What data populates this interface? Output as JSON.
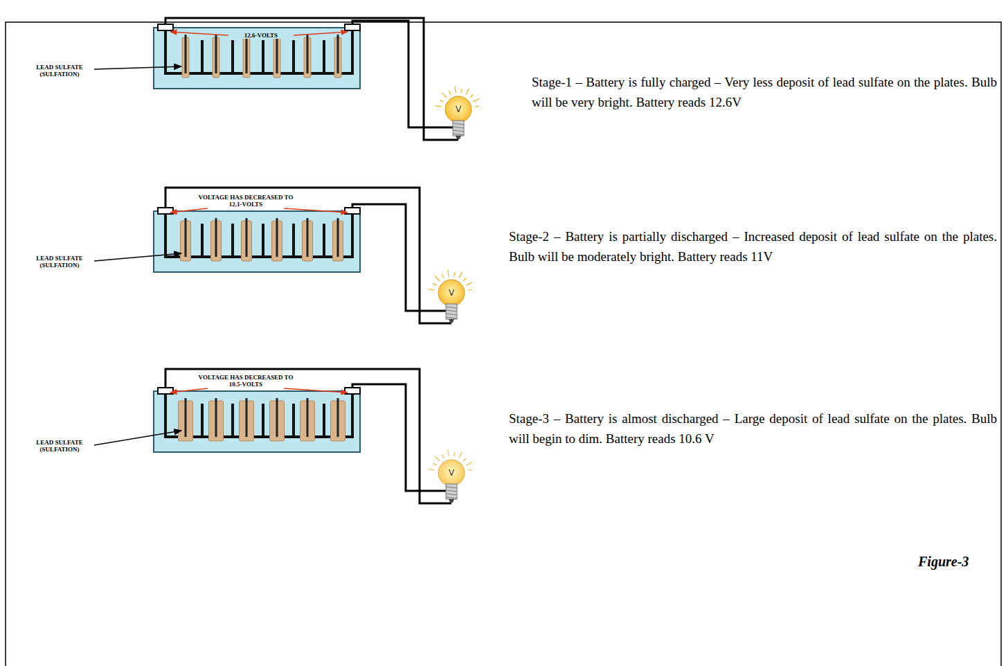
{
  "diagram": {
    "labels": [
      "12.6-VOLTS",
      "LEAD SULFATE (SULFATION)",
      "Stage-1 – Battery is fully charged – Very less deposit of lead sulfate on the plates. Bulb will be very bright. Battery reads 12.6V",
      "V",
      "VOLTAGE HAS DECREASED TO 12.1-VOLTS",
      "LEAD SULFATE (SULFATION)",
      "Stage-2 – Battery is partially discharged – Increased deposit of lead sulfate on the plates. Bulb will be moderately bright. Battery reads 11V",
      "V",
      "VOLTAGE HAS DECREASED TO 10.5-VOLTS",
      "LEAD SULFATE (SULFATION)",
      "Stage-3 – Battery is almost discharged – Large deposit of lead sulfate on the plates. Bulb will begin to dim. Battery reads 10.6 V",
      "V",
      "Figure-3"
    ]
  }
}
